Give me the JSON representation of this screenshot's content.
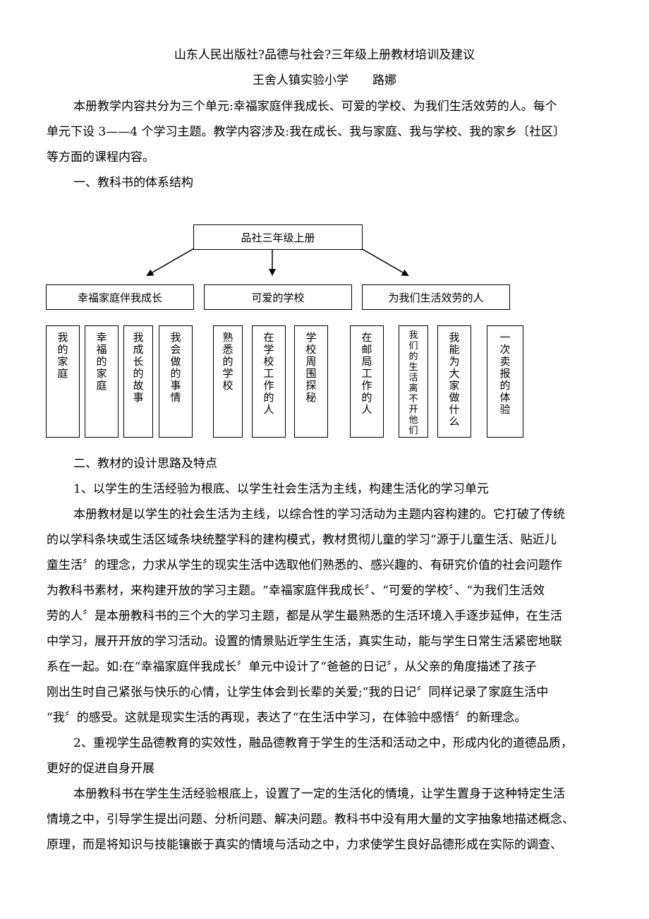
{
  "title": "山东人民出版社?品德与社会?三年级上册教材培训及建议",
  "author_line": "王舍人镇实验小学　　路娜",
  "intro": [
    "本册教学内容共分为三个单元:幸福家庭伴我成长、可爱的学校、为我们生活效劳的人。每个",
    "单元下设 3——4 个学习主题。教学内容涉及:我在成长、我与家庭、我与学校、我的家乡〔社区〕",
    "等方面的课程内容。"
  ],
  "section1_heading": "一、教科书的体系结构",
  "diagram": {
    "root": "品社三年级上册",
    "units": [
      "幸福家庭伴我成长",
      "可爱的学校",
      "为我们生活效劳的人"
    ],
    "topics": [
      "我的家庭",
      "幸福的家庭",
      "我成长的故事",
      "我会做的事情",
      "熟悉的学校",
      "在学校工作的人",
      "学校周围探秘",
      "在邮局工作的人",
      "我们的生活离不开他们",
      "我能为大家做什么",
      "一次卖报的体验"
    ]
  },
  "section2_heading": "二、教材的设计思路及特点",
  "point1_heading": "1、以学生的生活经验为根底、以学生社会生活为主线，构建生活化的学习单元",
  "point1_body": [
    "本册教材是以学生的社会生活为主线，以综合性的学习活动为主题内容构建的。它打破了传统",
    "的以学科条块或生活区域条块统整学科的建构模式，教材贯彻儿童的学习“源于儿童生活、贴近儿",
    "童生活〞的理念，力求从学生的现实生活中选取他们熟悉的、感兴趣的、有研究价值的社会问题作",
    "为教科书素材，来构建开放的学习主题。“幸福家庭伴我成长〞、“可爱的学校〞、“为我们生活效",
    "劳的人〞是本册教科书的三个大的学习主题，都是从学生最熟悉的生活环境入手逐步延伸，在生活",
    "中学习，展开开放的学习活动。设置的情景贴近学生生活，真实生动，能与学生日常生活紧密地联",
    "系在一起。如:在“幸福家庭伴我成长〞单元中设计了“爸爸的日记〞，从父亲的角度描述了孩子",
    "刚出生时自己紧张与快乐的心情，让学生体会到长辈的关爱;“我的日记〞同样记录了家庭生活中",
    "“我〞的感受。这就是现实生活的再现，表达了“在生活中学习，在体验中感悟〞的新理念。"
  ],
  "point2_heading": [
    "2、重视学生品德教育的实效性，融品德教育于学生的生活和活动之中，形成内化的道德品质，",
    "更好的促进自身开展"
  ],
  "point2_body": [
    "本册教科书在学生生活经验根底上，设置了一定的生活化的情境，让学生置身于这种特定生活",
    "情境之中，引导学生提出问题、分析问题、解决问题。教科书中没有用大量的文字抽象地描述概念、",
    "原理，而是将知识与技能镶嵌于真实的情境与活动之中，力求使学生良好品德形成在实际的调查、"
  ]
}
